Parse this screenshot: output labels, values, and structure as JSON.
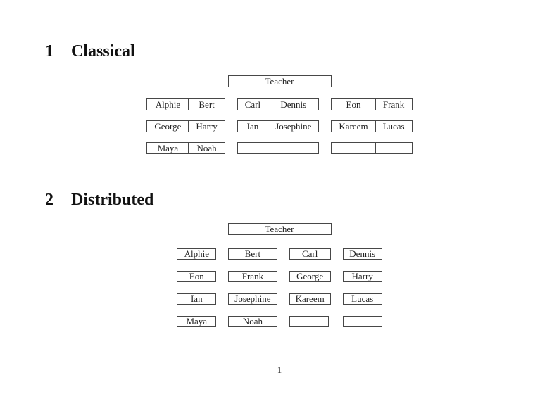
{
  "page": {
    "number": "1"
  },
  "sections": [
    {
      "number": "1",
      "title": "Classical",
      "teacher_label": "Teacher",
      "columns": [
        {
          "rows": [
            [
              "Alphie",
              "Bert"
            ],
            [
              "George",
              "Harry"
            ],
            [
              "Maya",
              "Noah"
            ]
          ]
        },
        {
          "rows": [
            [
              "Carl",
              "Dennis"
            ],
            [
              "Ian",
              "Josephine"
            ],
            [
              "",
              ""
            ]
          ]
        },
        {
          "rows": [
            [
              "Eon",
              "Frank"
            ],
            [
              "Kareem",
              "Lucas"
            ],
            [
              "",
              ""
            ]
          ]
        }
      ]
    },
    {
      "number": "2",
      "title": "Distributed",
      "teacher_label": "Teacher",
      "columns": [
        [
          "Alphie",
          "Eon",
          "Ian",
          "Maya"
        ],
        [
          "Bert",
          "Frank",
          "Josephine",
          "Noah"
        ],
        [
          "Carl",
          "George",
          "Kareem",
          ""
        ],
        [
          "Dennis",
          "Harry",
          "Lucas",
          ""
        ]
      ]
    }
  ]
}
